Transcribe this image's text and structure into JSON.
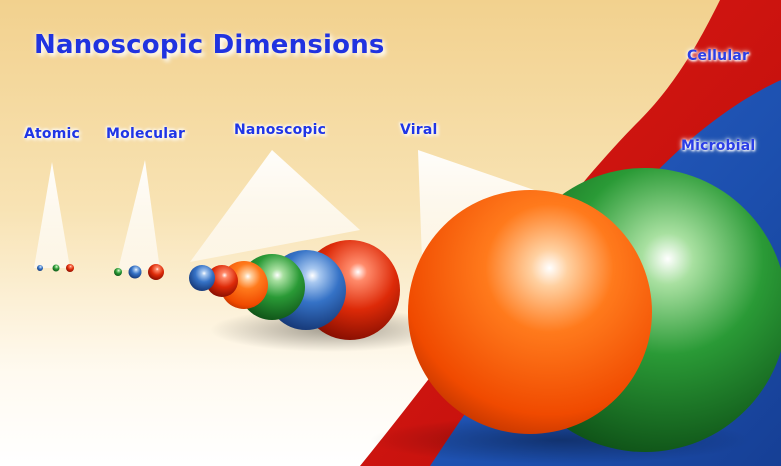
{
  "title": "Nanoscopic Dimensions",
  "scales": {
    "atomic": "Atomic",
    "molecular": "Molecular",
    "nanoscopic": "Nanoscopic",
    "viral": "Viral",
    "cellular": "Cellular",
    "microbial": "Microbial"
  },
  "colors": {
    "sphere_red": "#cc2200",
    "sphere_orange": "#ff6a10",
    "sphere_green": "#1e8a2c",
    "sphere_blue": "#2a63b8",
    "band_red": "#d41410",
    "band_blue": "#1e54b8",
    "text_blue": "#1f35e6",
    "background_cream": "#f8dfa8"
  }
}
